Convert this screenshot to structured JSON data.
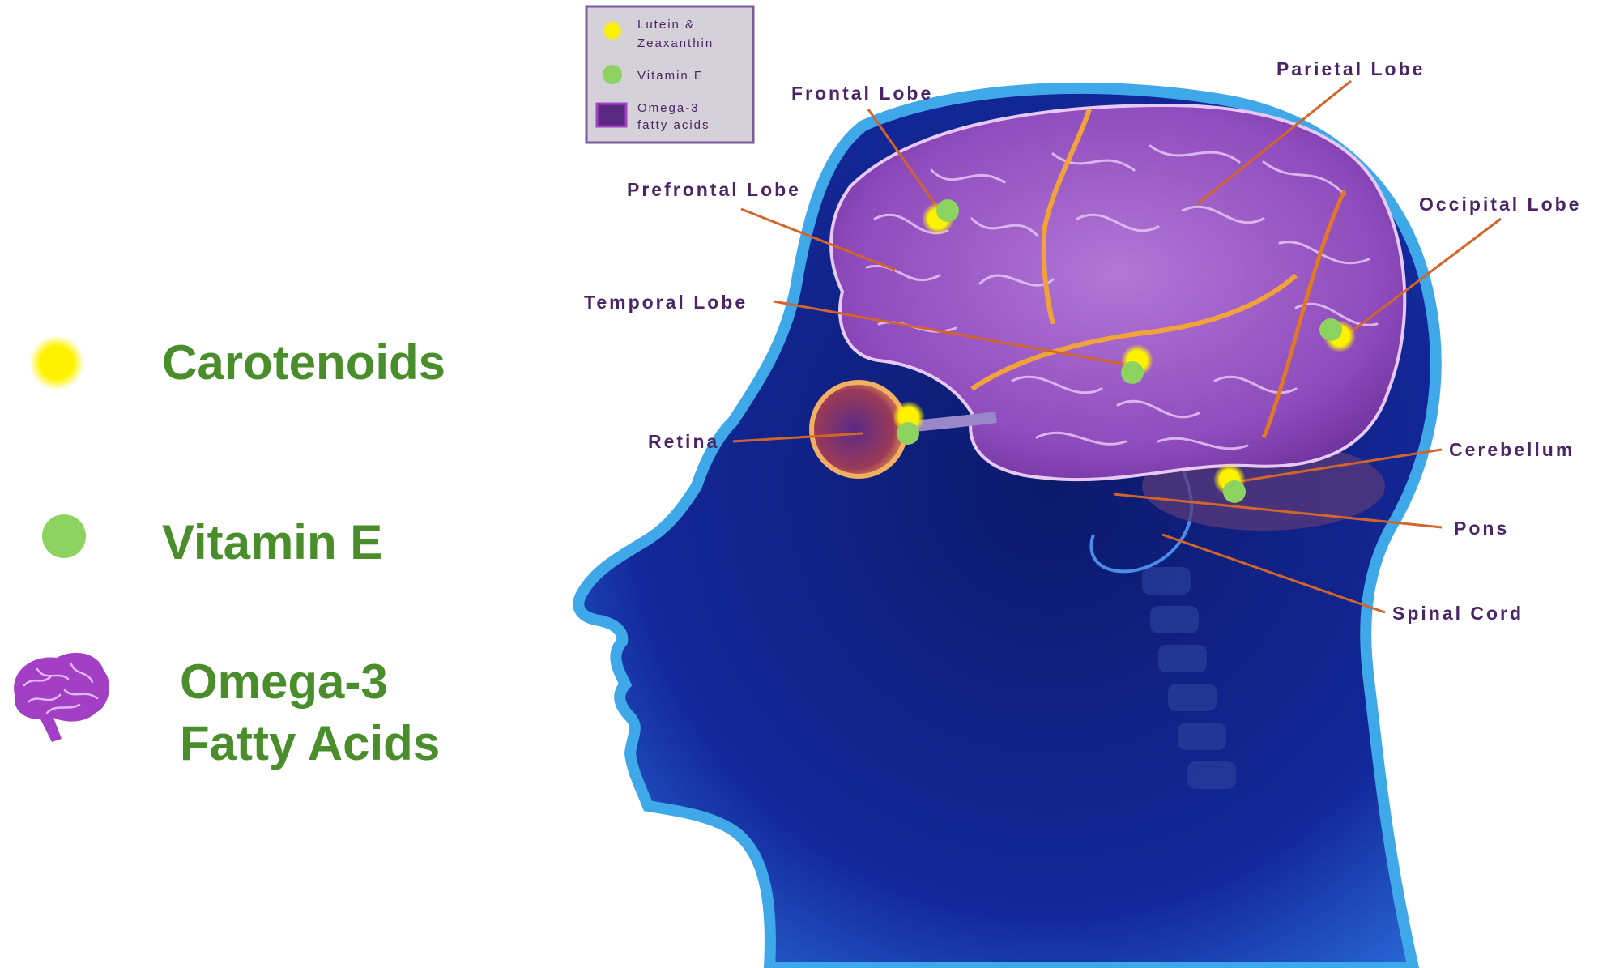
{
  "left_legend": {
    "carotenoids": "Carotenoids",
    "vitamin_e": "Vitamin E",
    "omega3_line1": "Omega-3",
    "omega3_line2": "Fatty Acids"
  },
  "inset_legend": {
    "lutein_line1": "Lutein &",
    "lutein_line2": "Zeaxanthin",
    "vitamin_e": "Vitamin E",
    "omega_line1": "Omega-3",
    "omega_line2": "fatty acids"
  },
  "labels": {
    "frontal": "Frontal Lobe",
    "parietal": "Parietal Lobe",
    "prefrontal": "Prefrontal Lobe",
    "occipital": "Occipital Lobe",
    "temporal": "Temporal Lobe",
    "retina": "Retina",
    "cerebellum": "Cerebellum",
    "pons": "Pons",
    "spinal": "Spinal Cord"
  },
  "colors": {
    "label_green": "#4a8e2c",
    "carotenoid_yellow": "#fff200",
    "vitamin_e_green": "#8dd35f",
    "omega_purple": "#a33fc4",
    "leader_orange": "#d3642a",
    "region_label": "#4b2466",
    "head_blue": "#1a3fa8"
  }
}
